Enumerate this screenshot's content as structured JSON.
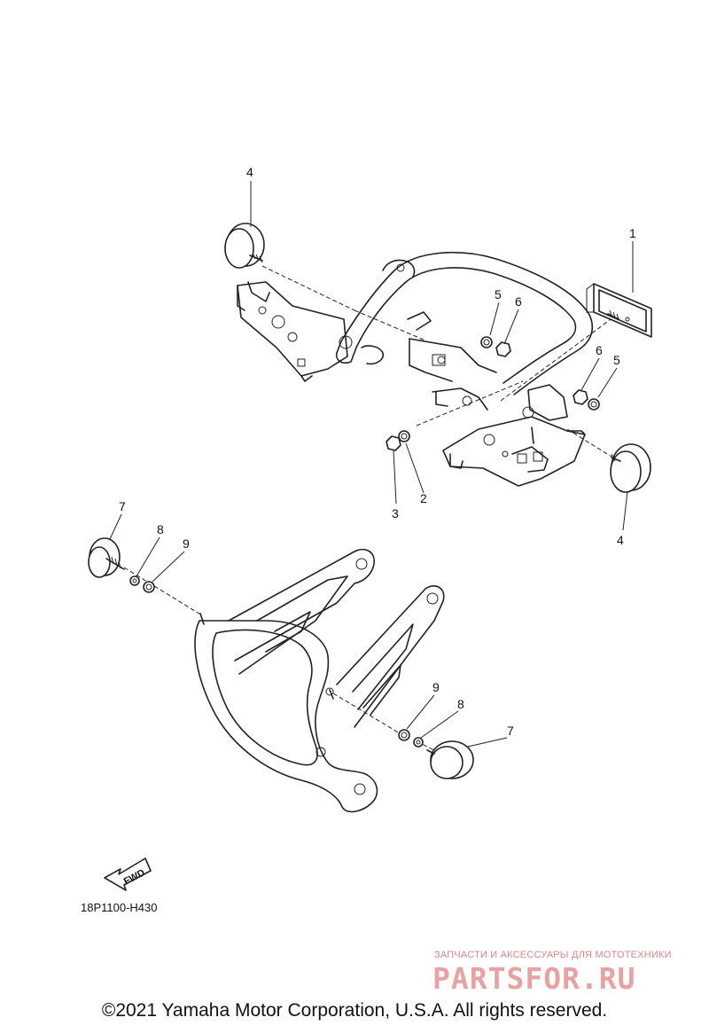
{
  "diagram": {
    "labels": [
      {
        "id": "callout-4-top",
        "text": "4"
      },
      {
        "id": "callout-1",
        "text": "1"
      },
      {
        "id": "callout-5-a",
        "text": "5"
      },
      {
        "id": "callout-6-a",
        "text": "6"
      },
      {
        "id": "callout-6-b",
        "text": "6"
      },
      {
        "id": "callout-5-b",
        "text": "5"
      },
      {
        "id": "callout-3",
        "text": "3"
      },
      {
        "id": "callout-2",
        "text": "2"
      },
      {
        "id": "callout-4-bottom",
        "text": "4"
      },
      {
        "id": "callout-7-left",
        "text": "7"
      },
      {
        "id": "callout-8-left",
        "text": "8"
      },
      {
        "id": "callout-9-left",
        "text": "9"
      },
      {
        "id": "callout-9-right",
        "text": "9"
      },
      {
        "id": "callout-8-right",
        "text": "8"
      },
      {
        "id": "callout-7-right",
        "text": "7"
      }
    ],
    "fwd_label": "FWD",
    "diagram_code": "18P1100-H430"
  },
  "watermark": {
    "tagline": "ЗАПЧАСТИ И АКСЕССУАРЫ ДЛЯ МОТОТЕХНИКИ",
    "brand": "PARTSFOR.RU"
  },
  "footer": {
    "copyright": "©2021 Yamaha Motor Corporation, U.S.A. All rights reserved."
  }
}
